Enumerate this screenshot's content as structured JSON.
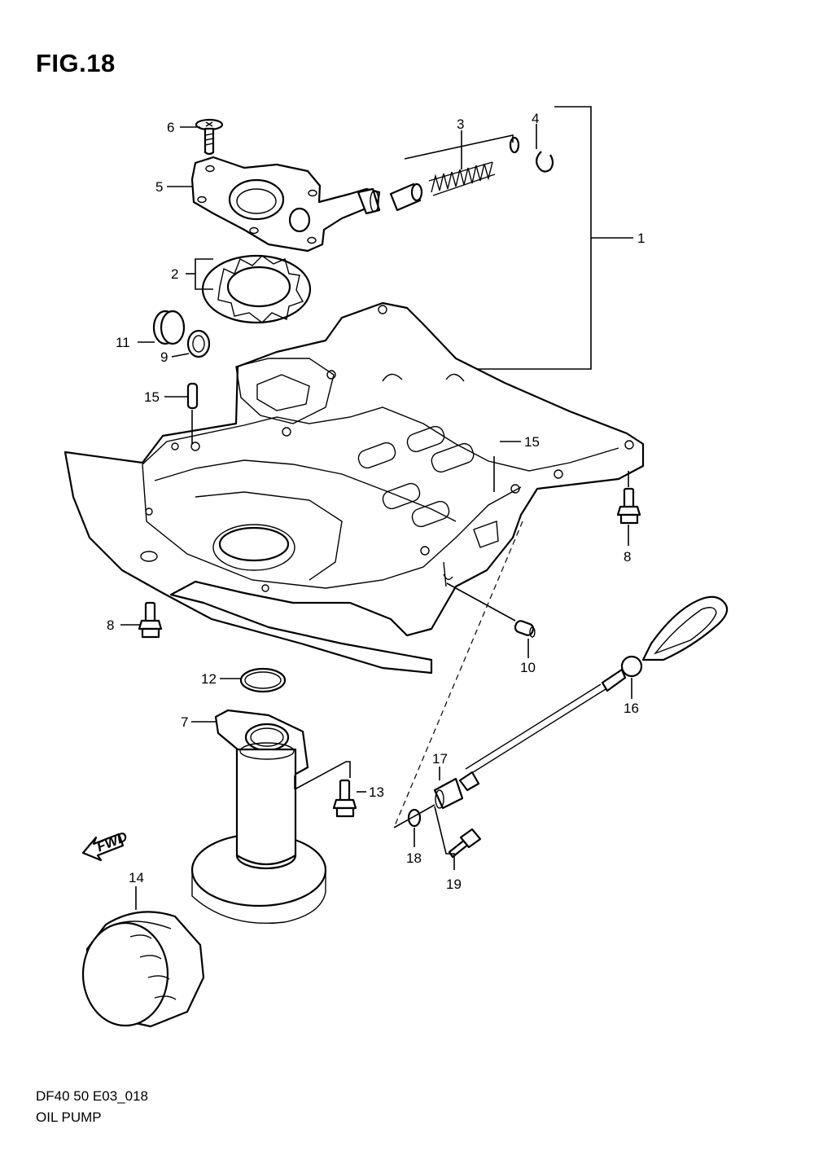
{
  "figure": {
    "title": "FIG.18"
  },
  "footer": {
    "code": "DF40 50 E03_018",
    "name": "OIL PUMP"
  },
  "fwd_label": "FWD",
  "callouts": [
    "1",
    "2",
    "3",
    "4",
    "5",
    "6",
    "7",
    "8",
    "8",
    "9",
    "10",
    "11",
    "12",
    "13",
    "14",
    "15",
    "15",
    "16",
    "17",
    "18",
    "19"
  ],
  "colors": {
    "line": "#000000",
    "background": "#ffffff"
  }
}
